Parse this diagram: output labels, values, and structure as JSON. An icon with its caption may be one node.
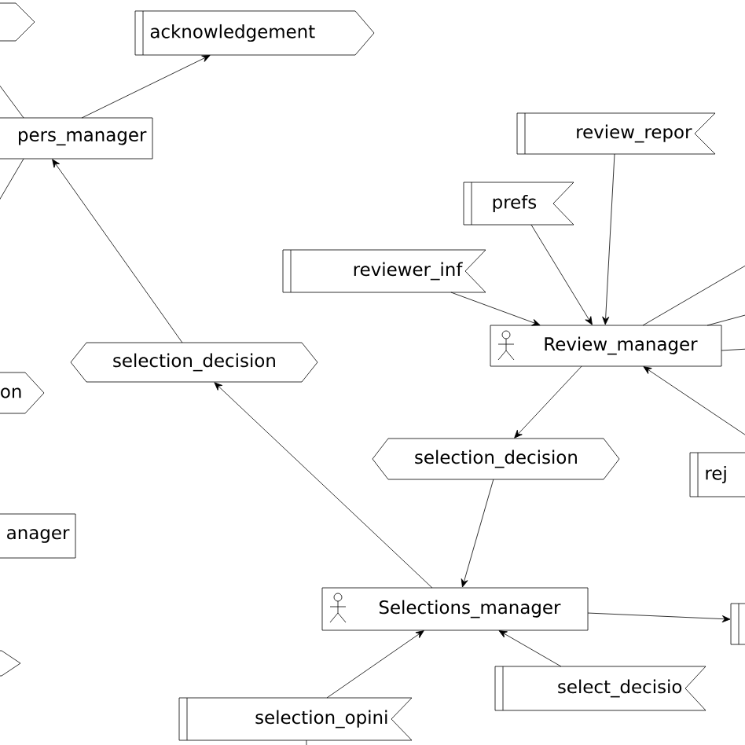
{
  "diagram": {
    "nodes": [
      {
        "text": [],
        "shape": "pentagon"
      },
      {
        "text": [
          "acknowledgement"
        ]
      },
      {
        "text": [
          "review_repor"
        ]
      },
      {
        "text": [
          "pers_manager"
        ]
      },
      {
        "text": [
          "prefs"
        ]
      },
      {
        "text": [
          "reviewer_inf"
        ]
      },
      {
        "text": [
          "Review_manager"
        ]
      },
      {
        "text": [
          "selection_decision"
        ]
      },
      {
        "text": [
          "on"
        ]
      },
      {
        "text": [
          "selection_decision"
        ]
      },
      {
        "text": [
          "rej"
        ]
      },
      {
        "text": [
          "anager"
        ]
      },
      {
        "text": [
          "Selections_manager"
        ]
      },
      {
        "text": [],
        "shape": "box"
      },
      {
        "text": [],
        "shape": "pentagon"
      },
      {
        "text": [
          "select_decisio"
        ]
      },
      {
        "text": [
          "selection_opini"
        ]
      }
    ],
    "edges": [
      {
        "from": 3,
        "to": 1,
        "arrow": "to"
      },
      {
        "from": 7,
        "to": 3,
        "arrow": "to"
      },
      {
        "from": 12,
        "to": 7,
        "arrow": "to"
      },
      {
        "from": 5,
        "to": 6,
        "arrow": "to"
      },
      {
        "from": 4,
        "to": 6,
        "arrow": "to"
      },
      {
        "from": 2,
        "to": 6,
        "arrow": "to"
      },
      {
        "from": 6,
        "to": null,
        "arrow": "none"
      },
      {
        "from": 6,
        "to": null,
        "arrow": "none"
      },
      {
        "from": 6,
        "to": null,
        "arrow": "none"
      },
      {
        "from": 10,
        "to": 6,
        "arrow": "to"
      },
      {
        "from": 6,
        "to": 9,
        "arrow": "to"
      },
      {
        "from": 9,
        "to": 12,
        "arrow": "to"
      },
      {
        "from": 12,
        "to": 13,
        "arrow": "to"
      },
      {
        "from": 16,
        "to": 12,
        "arrow": "to"
      },
      {
        "from": 15,
        "to": 12,
        "arrow": "to"
      },
      {
        "from": 3,
        "to": null,
        "arrow": "none"
      },
      {
        "from": 3,
        "to": null,
        "arrow": "none"
      },
      {
        "from": 16,
        "to": null,
        "arrow": "none"
      }
    ]
  }
}
